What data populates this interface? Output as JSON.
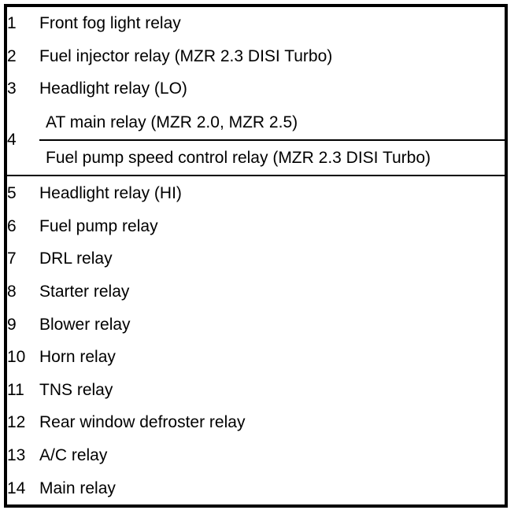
{
  "table": {
    "kind": "relay-legend-table",
    "border_color": "#000000",
    "background_color": "#ffffff",
    "text_color": "#000000",
    "columns": 2,
    "rows": [
      {
        "number": "1",
        "description": "Front fog light relay"
      },
      {
        "number": "2",
        "description": "Fuel injector relay (MZR 2.3 DISI Turbo)"
      },
      {
        "number": "3",
        "description": "Headlight relay (LO)"
      },
      {
        "number": "4",
        "merged": true,
        "descriptions": [
          "AT main relay (MZR 2.0, MZR 2.5)",
          "Fuel pump speed control relay (MZR 2.3 DISI Turbo)"
        ]
      },
      {
        "number": "5",
        "description": "Headlight relay (HI)"
      },
      {
        "number": "6",
        "description": "Fuel pump relay"
      },
      {
        "number": "7",
        "description": "DRL relay"
      },
      {
        "number": "8",
        "description": "Starter relay"
      },
      {
        "number": "9",
        "description": "Blower relay"
      },
      {
        "number": "10",
        "description": "Horn relay"
      },
      {
        "number": "11",
        "description": "TNS relay"
      },
      {
        "number": "12",
        "description": "Rear window defroster relay"
      },
      {
        "number": "13",
        "description": "A/C relay"
      },
      {
        "number": "14",
        "description": "Main relay"
      }
    ]
  }
}
